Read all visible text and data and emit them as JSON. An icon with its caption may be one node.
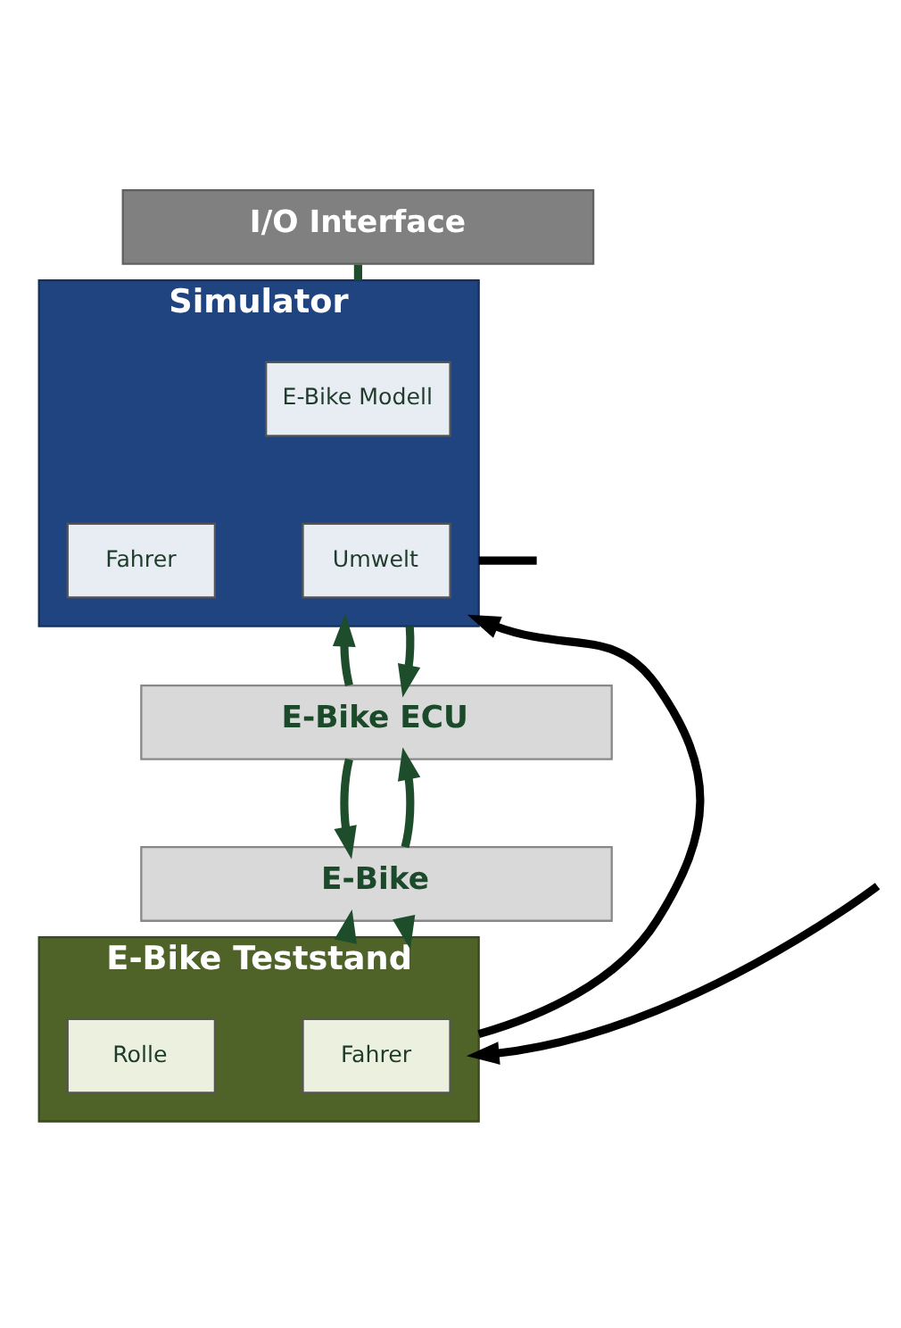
{
  "diagram": {
    "nodes": [
      {
        "text": [
          "I/O Interface"
        ]
      },
      {
        "text": [
          "Simulator"
        ]
      },
      {
        "text": [
          "E-Bike Modell"
        ],
        "in": 1
      },
      {
        "text": [
          "Fahrer"
        ],
        "in": 1
      },
      {
        "text": [
          "Umwelt"
        ],
        "in": 1
      },
      {
        "text": [
          "E-Bike ECU"
        ]
      },
      {
        "text": [
          "E-Bike"
        ]
      },
      {
        "text": [
          "E-Bike Teststand"
        ]
      },
      {
        "text": [
          "Fahrer"
        ],
        "in": 7
      },
      {
        "text": [
          "Rolle"
        ],
        "in": 7
      }
    ],
    "edges": [
      {
        "from": 0,
        "to": 1,
        "arrow": "none"
      },
      {
        "from": 5,
        "to": 1,
        "arrow": "to"
      },
      {
        "from": 1,
        "to": 5,
        "arrow": "to"
      },
      {
        "from": 6,
        "to": 5,
        "arrow": "to"
      },
      {
        "from": 5,
        "to": 6,
        "arrow": "to"
      },
      {
        "from": 7,
        "to": 6,
        "arrow": "to"
      },
      {
        "from": 6,
        "to": 7,
        "arrow": "to"
      },
      {
        "from": 7,
        "to": 1,
        "arrow": "to",
        "color": "#000000"
      },
      {
        "from": 1,
        "to": null,
        "arrow": "none",
        "color": "#000000"
      },
      {
        "from": null,
        "to": 7,
        "arrow": "to",
        "color": "#000000"
      }
    ]
  }
}
